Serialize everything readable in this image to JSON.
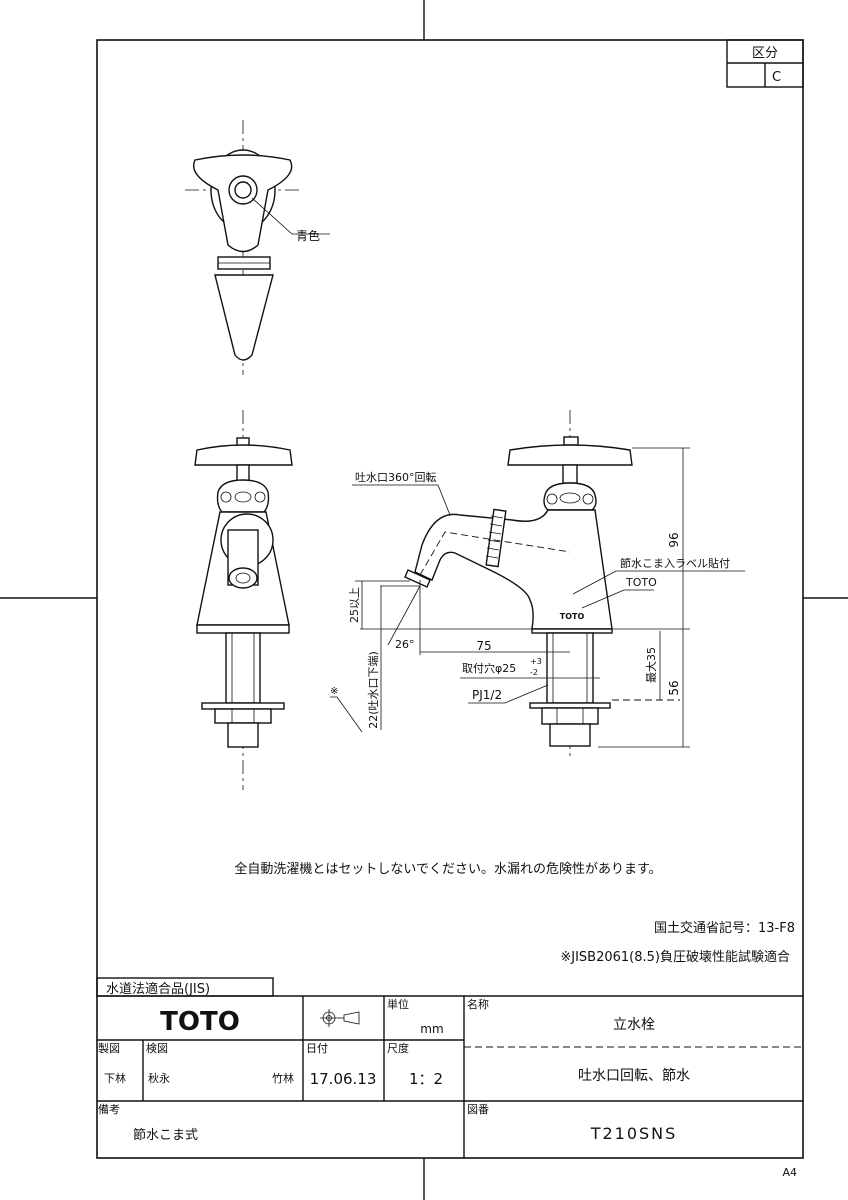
{
  "header_box": {
    "category_label": "区分",
    "category_value": "C"
  },
  "drawing": {
    "label_blue": "青色",
    "label_spout_rotation": "吐水口360°回転",
    "label_sticker": "節水こま入ラベル貼付",
    "label_brand_mark": "TOTO",
    "body_logo": "TOTO",
    "dim_96": "96",
    "dim_56": "56",
    "dim_max35": "最大35",
    "dim_75": "75",
    "dim_25_min": "25以上",
    "dim_22": "22(吐水口下端)",
    "dim_angle": "26°",
    "dim_hole": "取付穴φ25",
    "dim_hole_tol_plus": "+3",
    "dim_hole_tol_minus": "-2",
    "dim_thread": "PJ1/2",
    "note_mark": "※"
  },
  "notes": {
    "warning": "全自動洗濯機とはセットしないでください。水漏れの危険性があります。",
    "ministry_code": "国土交通省記号：13-F8",
    "jis_test": "※JISB2061(8.5)負圧破壊性能試験適合"
  },
  "title_block": {
    "compliance": "水道法適合品(JIS)",
    "brand": "TOTO",
    "unit_label": "単位",
    "unit_value": "mm",
    "name_label": "名称",
    "name_value": "立水栓",
    "subtitle": "吐水口回転、節水",
    "drawn_label": "製図",
    "drawn_by": "下林",
    "checked_label": "検図",
    "checked_by_1": "秋永",
    "checked_by_2": "竹林",
    "date_label": "日付",
    "date_value": "17.06.13",
    "scale_label": "尺度",
    "scale_value": "1：2",
    "remarks_label": "備考",
    "remarks_value": "節水こま式",
    "drawing_no_label": "図番",
    "drawing_no_value": "T210SNS",
    "paper_size": "A4"
  }
}
